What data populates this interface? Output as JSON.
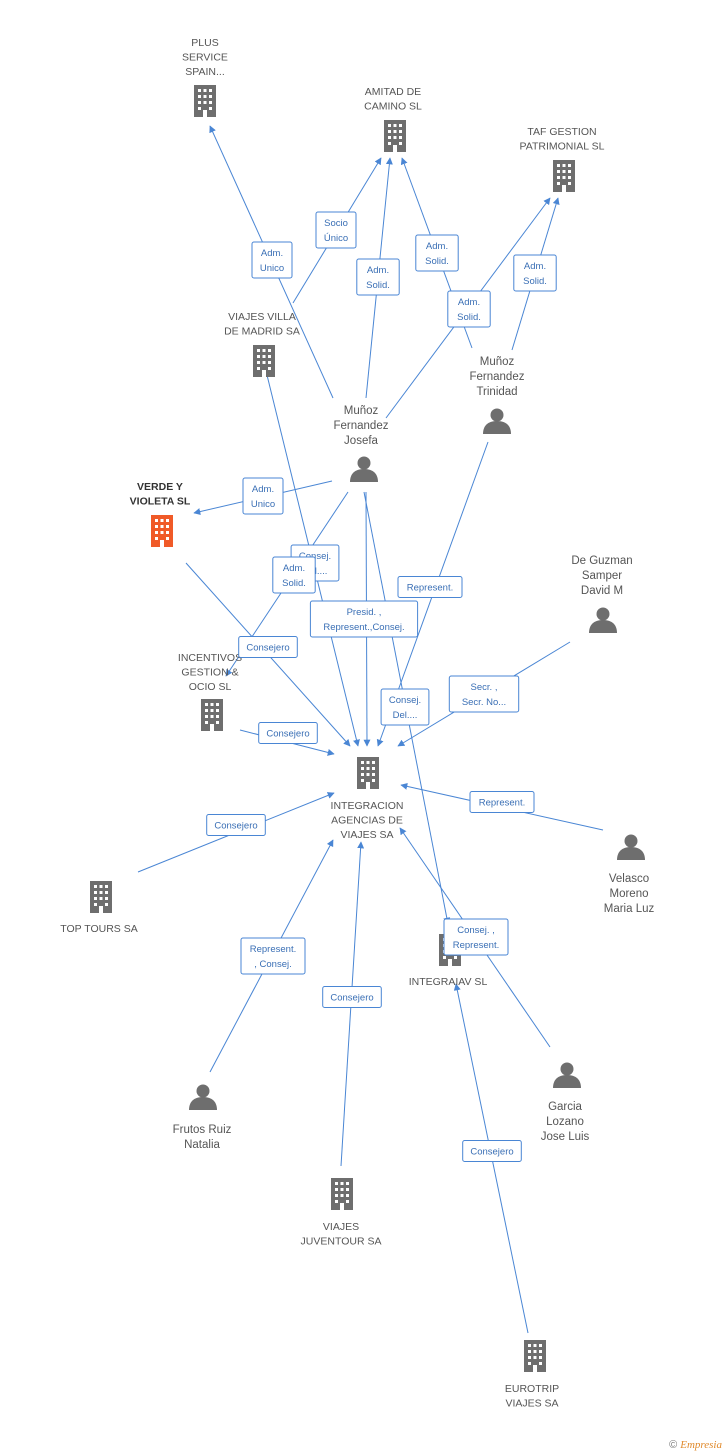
{
  "colors": {
    "edge": "#4a86d4",
    "node": "#6e6e6e",
    "highlight": "#f05a28",
    "label": "#555555"
  },
  "nodes": [
    {
      "id": "plus",
      "type": "company",
      "label": [
        "PLUS",
        "SERVICE",
        "SPAIN..."
      ]
    },
    {
      "id": "amitad",
      "type": "company",
      "label": [
        "AMITAD DE",
        "CAMINO SL"
      ]
    },
    {
      "id": "taf",
      "type": "company",
      "label": [
        "TAF GESTION",
        "PATRIMONIAL SL"
      ]
    },
    {
      "id": "villa",
      "type": "company",
      "label": [
        "VIAJES VILLA",
        "DE MADRID SA"
      ]
    },
    {
      "id": "trinidad",
      "type": "person",
      "label": [
        "Muñoz",
        "Fernandez",
        "Trinidad"
      ]
    },
    {
      "id": "josefa",
      "type": "person",
      "label": [
        "Muñoz",
        "Fernandez",
        "Josefa"
      ]
    },
    {
      "id": "verde",
      "type": "company-highlight",
      "label": [
        "VERDE Y",
        "VIOLETA SL"
      ]
    },
    {
      "id": "deguzman",
      "type": "person",
      "label": [
        "De Guzman",
        "Samper",
        "David M"
      ]
    },
    {
      "id": "incentivos",
      "type": "company",
      "label": [
        "INCENTIVOS",
        "GESTION &",
        "OCIO SL"
      ]
    },
    {
      "id": "integracion",
      "type": "company",
      "label": [
        "INTEGRACION",
        "AGENCIAS DE",
        "VIAJES SA"
      ]
    },
    {
      "id": "toptours",
      "type": "company",
      "label": [
        "TOP TOURS SA"
      ]
    },
    {
      "id": "velasco",
      "type": "person",
      "label": [
        "Velasco",
        "Moreno",
        "Maria Luz"
      ]
    },
    {
      "id": "integraiav",
      "type": "company",
      "label": [
        "INTEGRAIAV SL"
      ]
    },
    {
      "id": "frutos",
      "type": "person",
      "label": [
        "Frutos Ruiz",
        "Natalia"
      ]
    },
    {
      "id": "garcia",
      "type": "person",
      "label": [
        "Garcia",
        "Lozano",
        "Jose Luis"
      ]
    },
    {
      "id": "juventour",
      "type": "company",
      "label": [
        "VIAJES",
        "JUVENTOUR SA"
      ]
    },
    {
      "id": "eurotrip",
      "type": "company",
      "label": [
        "EUROTRIP",
        "VIAJES SA"
      ]
    }
  ],
  "edges": [
    {
      "from": "josefa",
      "to": "plus",
      "label": [
        "Adm.",
        "Unico"
      ]
    },
    {
      "from": "villa",
      "to": "amitad",
      "label": [
        "Socio",
        "Único"
      ]
    },
    {
      "from": "josefa",
      "to": "amitad",
      "label": [
        "Adm.",
        "Solid."
      ]
    },
    {
      "from": "trinidad",
      "to": "amitad",
      "label": [
        "Adm.",
        "Solid."
      ]
    },
    {
      "from": "josefa",
      "to": "taf",
      "label": [
        "Adm.",
        "Solid."
      ]
    },
    {
      "from": "trinidad",
      "to": "taf",
      "label": [
        "Adm.",
        "Solid."
      ]
    },
    {
      "from": "josefa",
      "to": "verde",
      "label": [
        "Adm.",
        "Unico"
      ]
    },
    {
      "from": "villa",
      "to": "integracion",
      "label": [
        "Consej.",
        "Del...."
      ]
    },
    {
      "from": "josefa",
      "to": "incentivos",
      "label": [
        "Adm.",
        "Solid."
      ]
    },
    {
      "from": "trinidad",
      "to": "integracion",
      "label": [
        "Represent."
      ]
    },
    {
      "from": "josefa",
      "to": "integracion",
      "label": [
        "Presid. ,",
        "Represent.,Consej."
      ]
    },
    {
      "from": "verde",
      "to": "integracion",
      "label": [
        "Consejero"
      ]
    },
    {
      "from": "josefa",
      "to": "integraiav",
      "label": [
        "Consej.",
        "Del...."
      ]
    },
    {
      "from": "deguzman",
      "to": "integracion",
      "label": [
        "Secr. ,",
        "Secr. No..."
      ]
    },
    {
      "from": "incentivos",
      "to": "integracion",
      "label": [
        "Consejero"
      ]
    },
    {
      "from": "velasco",
      "to": "integracion",
      "label": [
        "Represent."
      ]
    },
    {
      "from": "toptours",
      "to": "integracion",
      "label": [
        "Consejero"
      ]
    },
    {
      "from": "garcia",
      "to": "integracion",
      "label": [
        "Consej. ,",
        "Represent."
      ]
    },
    {
      "from": "frutos",
      "to": "integracion",
      "label": [
        "Represent.",
        ", Consej."
      ]
    },
    {
      "from": "juventour",
      "to": "integracion",
      "label": [
        "Consejero"
      ]
    },
    {
      "from": "eurotrip",
      "to": "integraiav",
      "label": [
        "Consejero"
      ]
    }
  ],
  "footer": {
    "copyright": "©",
    "brand": "Empresia"
  }
}
